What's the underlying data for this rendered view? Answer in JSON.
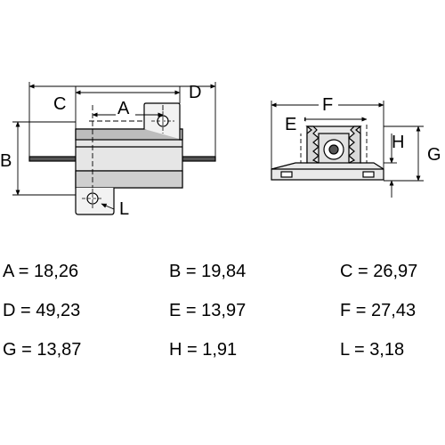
{
  "drawing": {
    "side_view_labels": {
      "a": "A",
      "b": "B",
      "c": "C",
      "d": "D",
      "l": "L"
    },
    "end_view_labels": {
      "e": "E",
      "f": "F",
      "g": "G",
      "h": "H"
    }
  },
  "dimensions": [
    {
      "letter": "A",
      "value": "18,26"
    },
    {
      "letter": "B",
      "value": "19,84"
    },
    {
      "letter": "C",
      "value": "26,97"
    },
    {
      "letter": "D",
      "value": "49,23"
    },
    {
      "letter": "E",
      "value": "13,97"
    },
    {
      "letter": "F",
      "value": "27,43"
    },
    {
      "letter": "G",
      "value": "13,87"
    },
    {
      "letter": "H",
      "value": "1,91"
    },
    {
      "letter": "L",
      "value": "3,18"
    }
  ]
}
